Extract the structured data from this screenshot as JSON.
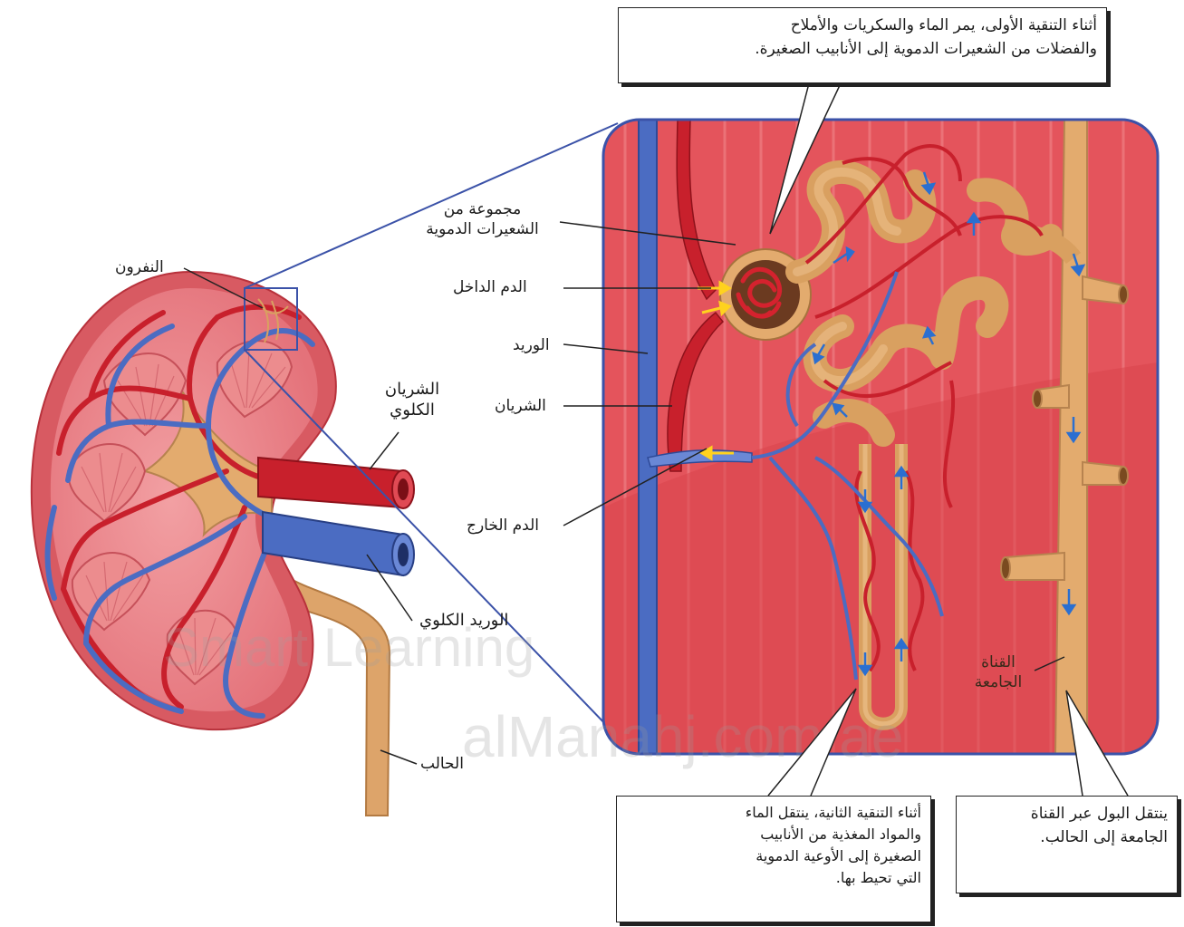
{
  "labels": {
    "nephron": "النفرون",
    "renal_artery_line1": "الشريان",
    "renal_artery_line2": "الكلوي",
    "renal_vein": "الوريد الكلوي",
    "ureter": "الحالب",
    "capillaries_line1": "مجموعة من",
    "capillaries_line2": "الشعيرات الدموية",
    "blood_in": "الدم الداخل",
    "vein": "الوريد",
    "artery": "الشريان",
    "blood_out": "الدم الخارج",
    "collecting_duct_line1": "القناة",
    "collecting_duct_line2": "الجامعة"
  },
  "callouts": {
    "first_filtration": [
      "أثناء التنقية الأولى، يمر الماء والسكريات والأملاح",
      "والفضلات من الشعيرات الدموية إلى الأنابيب الصغيرة."
    ],
    "second_filtration": [
      "أثناء التنقية الثانية، ينتقل الماء",
      "والمواد المغذية من الأنابيب",
      "الصغيرة إلى الأوعية الدموية",
      "التي تحيط بها."
    ],
    "urine_path": [
      "ينتقل البول عبر القناة",
      "الجامعة إلى الحالب."
    ]
  },
  "watermark": {
    "url": "alManahj.com/ae",
    "smart": "Smart Learning"
  },
  "colors": {
    "kidney_cortex": "#e5828a",
    "kidney_outer": "#d9565f",
    "artery_red": "#c8202c",
    "vein_blue": "#4b6cc2",
    "tubule_tan": "#e3ab6e",
    "inset_frame": "#3b52a8",
    "inset_background": "#e4545c"
  }
}
